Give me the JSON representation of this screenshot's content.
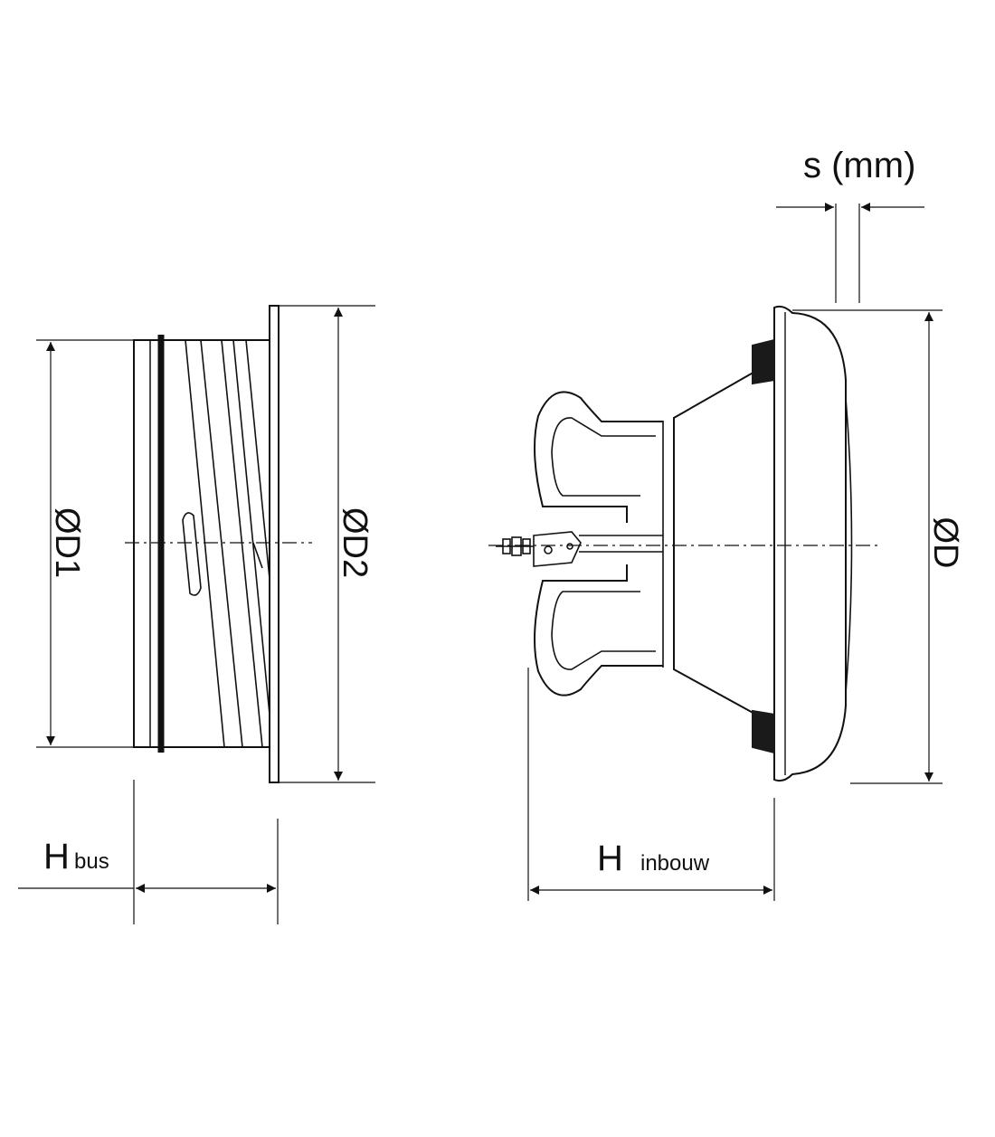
{
  "labels": {
    "d1": "ØD1",
    "d2": "ØD2",
    "d": "ØD",
    "s": "s (mm)",
    "h_bus_main": "H",
    "h_bus_sub": "bus",
    "h_inbouw_main": "H",
    "h_inbouw_sub": "inbouw"
  },
  "colors": {
    "line": "#111111",
    "gasket": "#1a1a1a",
    "background": "#ffffff"
  }
}
